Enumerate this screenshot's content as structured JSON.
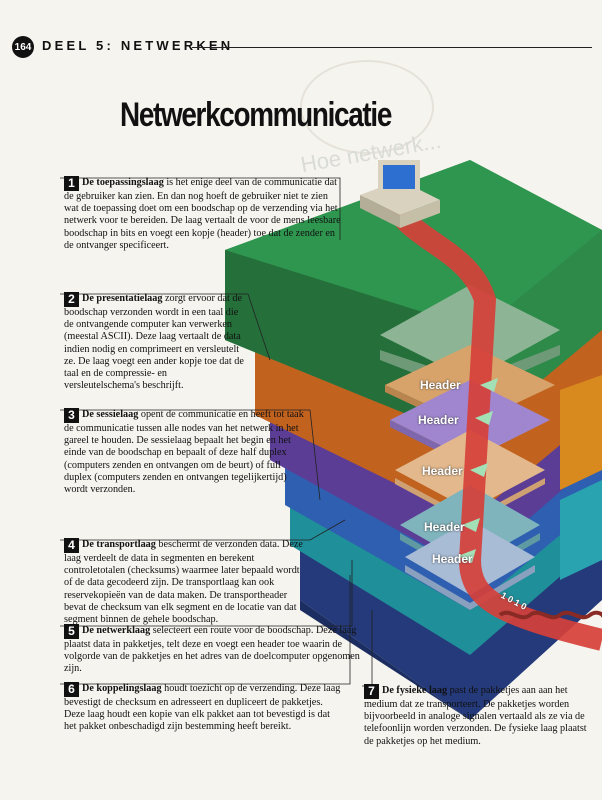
{
  "header": {
    "page_number": "164",
    "part_title": "DEEL 5: NETWERKEN"
  },
  "title": "Netwerkcommunicatie",
  "illustration": {
    "header_label": "Header",
    "bits_label": "1 0 1 0",
    "ghost_text": "Hoe netwerk..."
  },
  "steps": [
    {
      "num": "1",
      "term": "De toepassingslaag",
      "text": " is het enige deel van de communicatie dat de gebruiker kan zien. En dan nog hoeft de gebruiker niet te zien wat de toepassing doet om een boodschap op de verzending via het netwerk voor te bereiden. De laag vertaalt de voor de mens leesbare boodschap in bits en voegt een kopje (header) toe dat de zender en de ontvanger specificeert."
    },
    {
      "num": "2",
      "term": "De presentatielaag",
      "text": " zorgt ervoor dat de boodschap verzonden wordt in een taal die de ontvangende computer kan verwerken (meestal ASCII). Deze laag vertaalt de data indien nodig en comprimeert en versleutelt ze. De laag voegt een ander kopje toe dat de taal en de compressie- en versleutelschema's beschrijft."
    },
    {
      "num": "3",
      "term": "De sessielaag",
      "text": " opent de communicatie en heeft tot taak de communicatie tussen alle nodes van het netwerk in het gareel te houden. De sessielaag bepaalt het begin en het einde van de boodschap en bepaalt of deze half duplex (computers zenden en ontvangen om de beurt) of full duplex (computers zenden en ontvangen tegelijkertijd) wordt verzonden."
    },
    {
      "num": "4",
      "term": "De transportlaag",
      "text": " beschermt de verzonden data. Deze laag verdeelt de data in segmenten en berekent controletotalen (checksums) waarmee later bepaald wordt of de data gecodeerd zijn. De transportlaag kan ook reservekopieën van de data maken. De transportheader bevat de checksum van elk segment en de locatie van dat segment binnen de gehele boodschap."
    },
    {
      "num": "5",
      "term": "De netwerklaag",
      "text": " selecteert een route voor de boodschap. Deze laag plaatst data in pakketjes, telt deze en voegt een header toe waarin de volgorde van de pakketjes en het adres van de doelcomputer opgenomen zijn."
    },
    {
      "num": "6",
      "term": "De koppelingslaag",
      "text": " houdt toezicht op de verzending. Deze laag bevestigt de checksum en adresseert en dupliceert de pakketjes. Deze laag houdt een kopie van elk pakket aan tot bevestigd is dat het pakket onbeschadigd zijn bestemming heeft bereikt."
    },
    {
      "num": "7",
      "term": "De fysieke laag",
      "text": " past de pakketjes aan aan het medium dat ze transporteert. De pakketjes worden bijvoorbeeld in analoge signalen vertaald als ze via de telefoonlijn worden verzonden. De fysieke laag plaatst de pakketjes op het medium."
    }
  ]
}
